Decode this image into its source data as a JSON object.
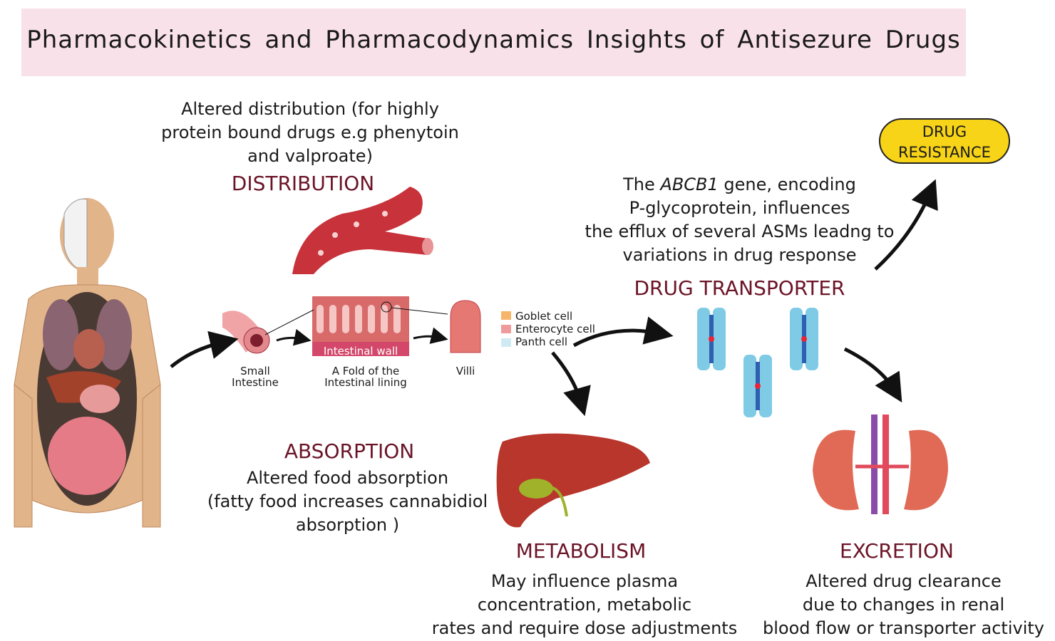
{
  "title": "Pharmacokinetics and Pharmacodynamics Insights of Antisezure Drugs",
  "distribution": {
    "heading": "DISTRIBUTION",
    "text": [
      "Altered distribution (for highly",
      "protein bound drugs e.g phenytoin",
      "and valproate)"
    ]
  },
  "absorption": {
    "heading": "ABSORPTION",
    "text": [
      "Altered food absorption",
      "(fatty food increases cannabidiol",
      "absorption )"
    ],
    "labels": {
      "small_intestine": [
        "Small",
        "Intestine"
      ],
      "fold": [
        "A Fold of the",
        "Intestinal lining"
      ],
      "intestinal_wall": "Intestinal wall",
      "villi": "Villi",
      "goblet": "Goblet cell",
      "enterocyte": "Enterocyte cell",
      "panth": "Panth cell"
    }
  },
  "transporter": {
    "heading": "DRUG TRANSPORTER",
    "text_pre": "The ",
    "text_gene": "ABCB1",
    "text_post": " gene, encoding",
    "text": [
      "P-glycoprotein, influences",
      "the efflux of several ASMs leadng to",
      "variations in drug response"
    ]
  },
  "resistance": {
    "line1": "DRUG",
    "line2": "RESISTANCE"
  },
  "metabolism": {
    "heading": "METABOLISM",
    "text": [
      "May influence plasma",
      "concentration, metabolic",
      "rates and require dose adjustments"
    ]
  },
  "excretion": {
    "heading": "EXCRETION",
    "text": [
      "Altered drug clearance",
      "due to changes in renal",
      "blood flow or transporter activity"
    ]
  },
  "colors": {
    "title_bg": "#f9e1e9",
    "heading": "#6b1427",
    "badge": "#f7d417"
  }
}
